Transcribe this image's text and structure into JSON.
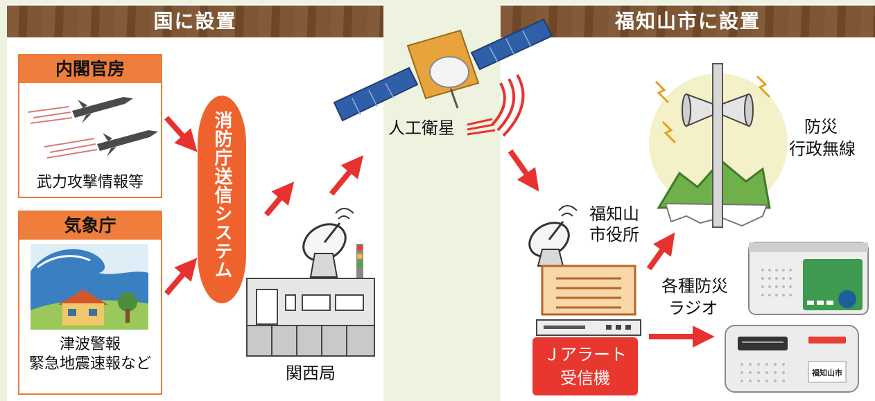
{
  "headers": {
    "national": "国に設置",
    "city": "福知山市に設置"
  },
  "cabinet": {
    "title": "内閣官房",
    "caption": "武力攻撃情報等"
  },
  "jma": {
    "title": "気象庁",
    "caption_line1": "津波警報",
    "caption_line2": "緊急地震速報など"
  },
  "fdma_system": "消防庁送信システム",
  "kansai_station": "関西局",
  "satellite": "人工衛星",
  "city_hall": {
    "line1": "福知山",
    "line2": "市役所"
  },
  "jalert": {
    "line1": "Ｊアラート",
    "line2": "受信機"
  },
  "bousai_musen": {
    "line1": "防災",
    "line2": "行政無線"
  },
  "radios": {
    "line1": "各種防災",
    "line2": "ラジオ"
  },
  "radio_brand": {
    "city": "福知山市"
  },
  "colors": {
    "orange": "#ef7d3c",
    "arrow_red": "#e8322f",
    "wood": "#7a4f2c",
    "jalert_red": "#e8372e"
  }
}
